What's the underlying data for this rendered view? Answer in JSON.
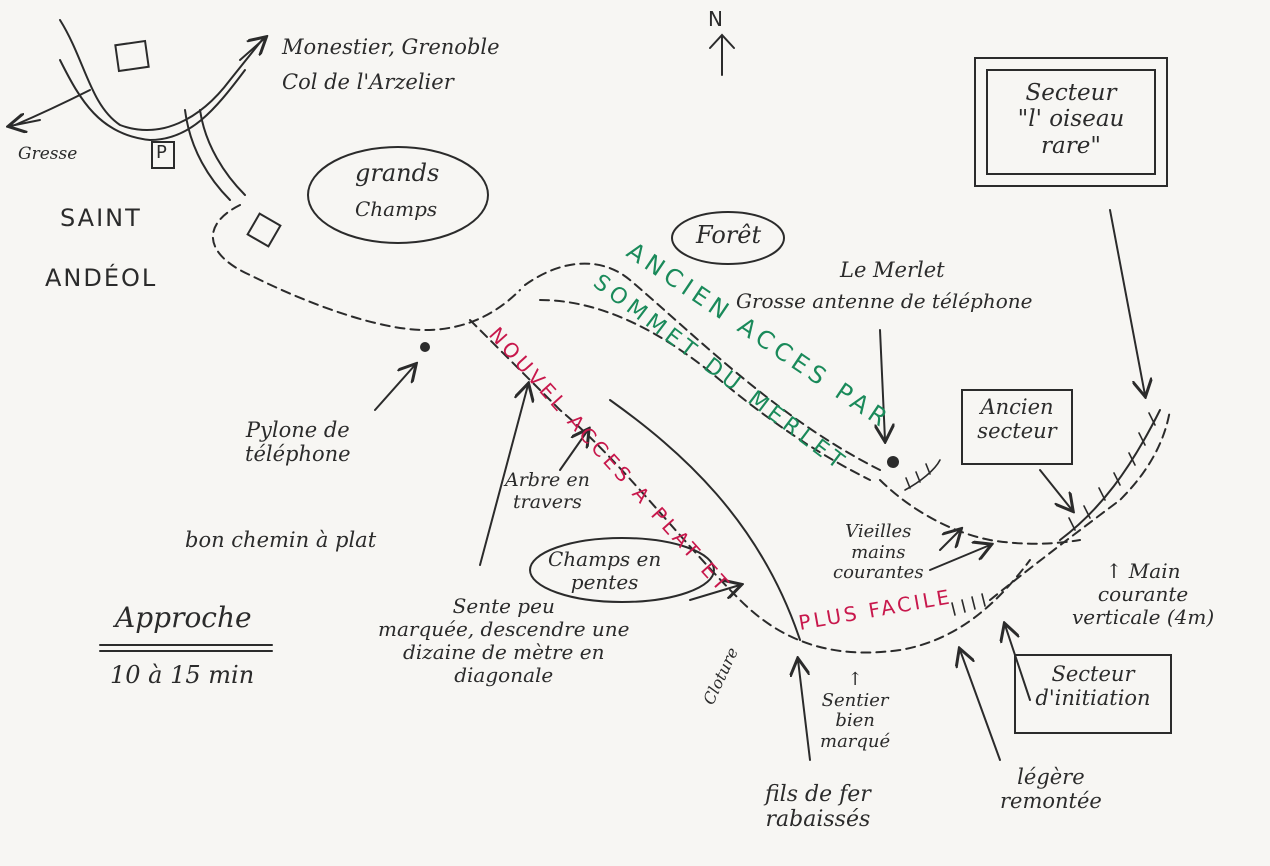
{
  "labels": {
    "monestier": "Monestier, Grenoble",
    "col": "Col de l'Arzelier",
    "gresse": "Gresse",
    "parking": "P",
    "town_saint": "SAINT",
    "town_andeol": "ANDÉOL",
    "grands_champs_1": "grands",
    "grands_champs_2": "Champs",
    "foret": "Forêt",
    "le_merlet": "Le Merlet",
    "antenne": "Grosse antenne de téléphone",
    "north": "N",
    "secteur_oiseau": "Secteur\n\"l' oiseau\nrare\"",
    "ancien_secteur": "Ancien\nsecteur",
    "pylone": "Pylone de\ntéléphone",
    "bon_chemin": "bon chemin à plat",
    "arbre": "Arbre en\ntravers",
    "champs_pentes": "Champs en\npentes",
    "sente": "Sente peu\nmarquée, descendre une\ndizaine de mètre en\ndiagonale",
    "vieilles": "Vieilles\nmains\ncourantes",
    "main_courante": "↑ Main\ncourante\nverticale (4m)",
    "secteur_initiation": "Secteur\nd'initiation",
    "sentier": "↑\nSentier\nbien\nmarqué",
    "cloture": "Cloture",
    "fils": "fils de fer\nrabaissés",
    "legere": "légère\nremontée",
    "approche_1": "Approche",
    "approche_2": "10 à 15 min"
  },
  "routes": {
    "ancien_acces": "ANCIEN ACCES PAR",
    "sommet": "SOMMET DU MERLET",
    "nouvel_acces": "NOUVEL ACCES A PLAT ET",
    "plus_facile": "PLUS FACILE"
  },
  "colors": {
    "ink": "#2b2b2b",
    "green": "#1a8a5a",
    "red": "#c8184c",
    "paper": "#f7f6f3"
  }
}
